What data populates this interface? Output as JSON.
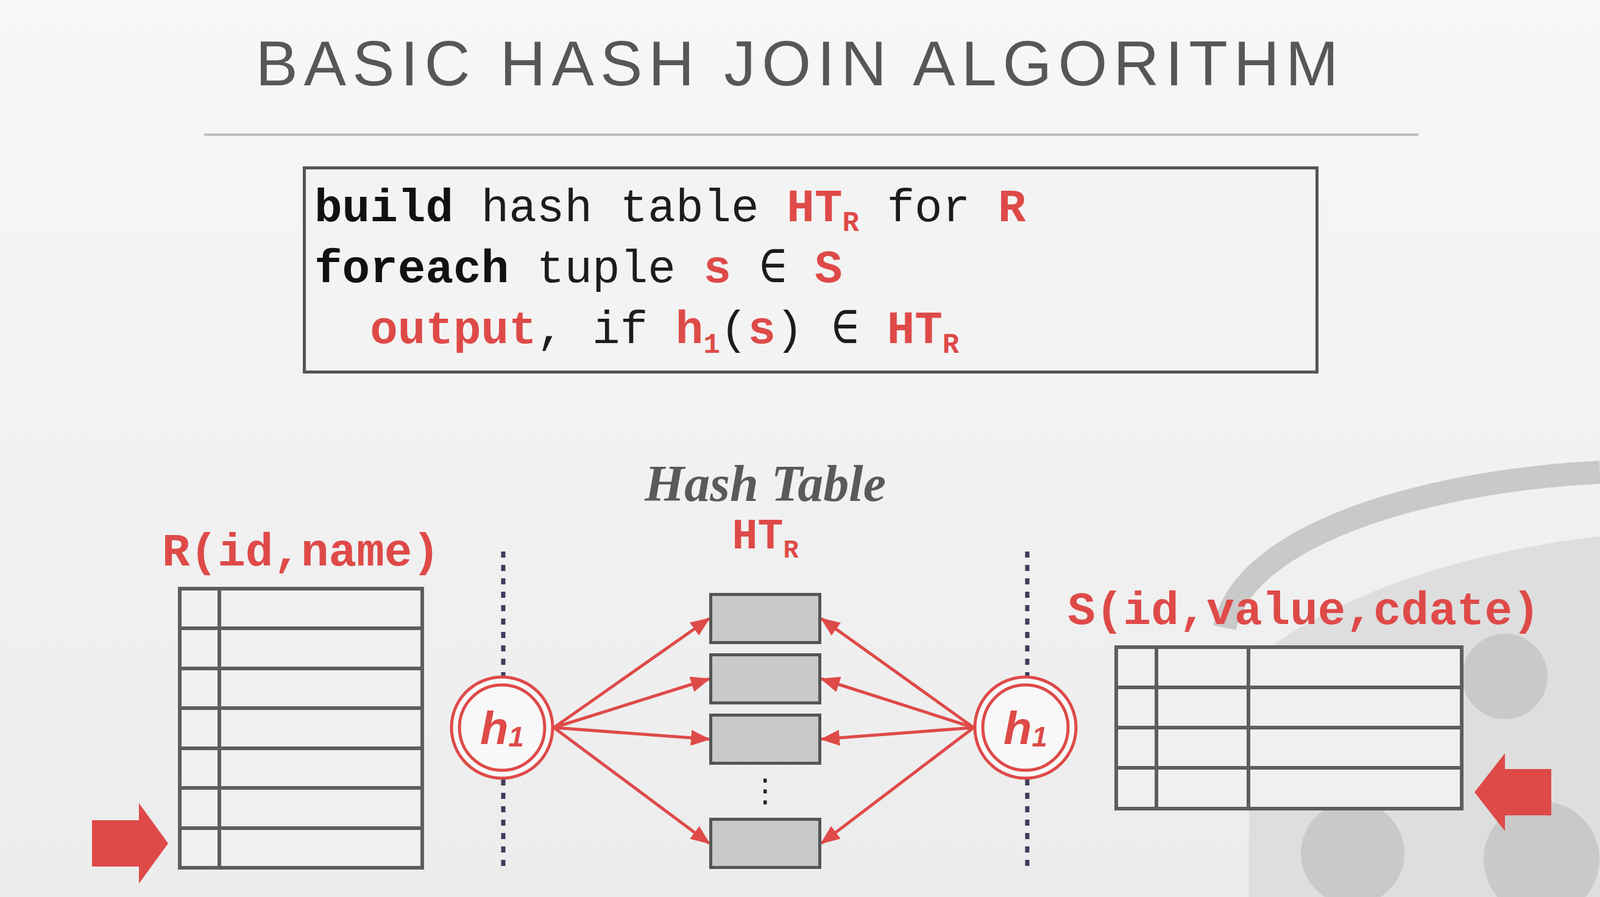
{
  "diagram": {
    "title": "BASIC HASH JOIN ALGORITHM",
    "nodes": [
      {
        "text": [
          "R(id,name)"
        ]
      },
      {
        "text": [
          "h",
          "1"
        ]
      },
      {
        "text": [
          "Hash Table",
          "HT",
          "R"
        ]
      },
      {
        "text": [
          "h",
          "1"
        ]
      },
      {
        "text": [
          "S(id,value,cdate)"
        ]
      }
    ],
    "edges": [
      {
        "from": 1,
        "to": 2,
        "arrow": "to"
      },
      {
        "from": 3,
        "to": 2,
        "arrow": "to"
      }
    ],
    "labels": [
      "build",
      "hash table",
      "HT",
      "R",
      "for",
      "R",
      "foreach",
      "tuple",
      "s",
      "∈",
      "S",
      "output",
      ",",
      "if",
      "h",
      "1",
      "(",
      "s",
      ")",
      "∈",
      "HT",
      "R",
      "⋮"
    ]
  }
}
